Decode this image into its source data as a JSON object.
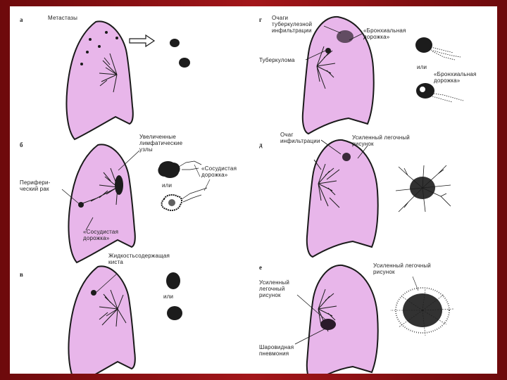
{
  "colors": {
    "frame": "#8b0f12",
    "lung_fill": "#e8b6ea",
    "lung_stroke": "#1a1a1a",
    "lesion": "#1c1c1c"
  },
  "panels": {
    "a": {
      "letter": "а",
      "label_metastases": "Метастазы"
    },
    "b": {
      "letter": "б",
      "label_nodes": "Увеличенные\nлимфатические\nузлы",
      "label_peripheral": "Перифери-\nческий рак",
      "label_vessel_path_lung": "«Сосудистая\nдорожка»",
      "label_vessel_path_right": "«Сосудистая\nдорожка»",
      "label_or": "или"
    },
    "c": {
      "letter": "в",
      "label_cyst": "Жидкостьсодержащая\nкиста",
      "label_or": "или"
    },
    "d": {
      "letter": "г",
      "label_foci": "Очаги\nтуберкулезной\nинфильтрации",
      "label_bronchial_1": "«Бронхиальная\nдорожка»",
      "label_tuberculoma": "Туберкулома",
      "label_or": "или",
      "label_bronchial_2": "«Бронхиальная\nдорожка»"
    },
    "e": {
      "letter": "д",
      "label_infiltration": "Очаг\nинфильтрации",
      "label_pattern": "Усиленный легочный\nрисунок"
    },
    "f": {
      "letter": "е",
      "label_pattern_left": "Усиленный\nлегочный\nрисунок",
      "label_pattern_right": "Усиленный легочный\nрисунок",
      "label_pneumonia": "Шаровидная\nпневмония"
    }
  }
}
